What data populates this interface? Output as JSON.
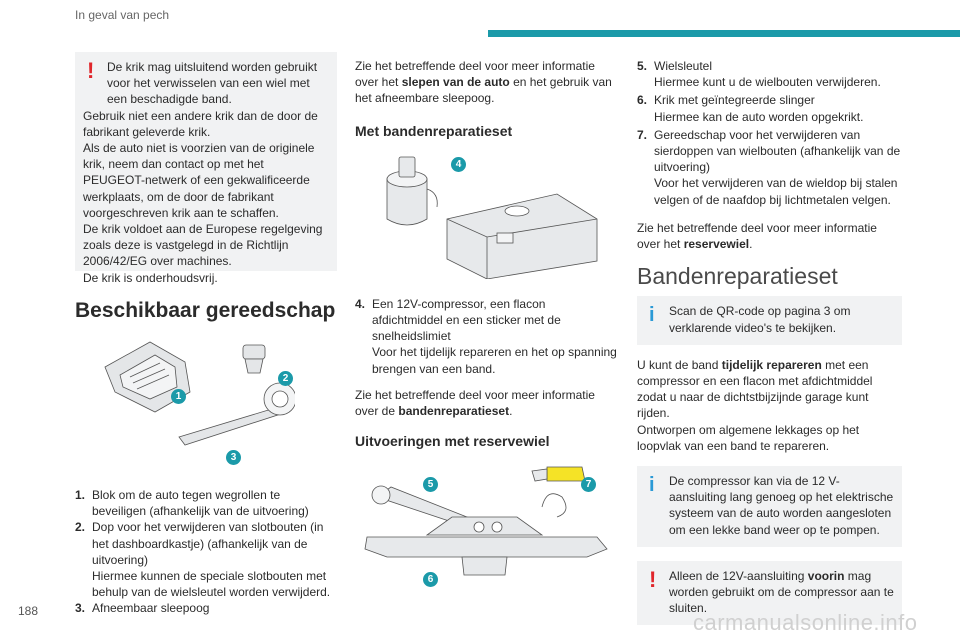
{
  "header": {
    "section_title": "In geval van pech"
  },
  "footer": {
    "page_number": "188",
    "watermark": "carmanualsonline.info"
  },
  "colors": {
    "accent": "#1b9aa9",
    "warning": "#e0262b",
    "info": "#2b9ad6"
  },
  "col1": {
    "warning_box": {
      "line1": "De krik mag uitsluitend worden gebruikt voor het verwisselen van een wiel met een beschadigde band.",
      "line2": "Gebruik niet een andere krik dan de door de fabrikant geleverde krik.",
      "line3": "Als de auto niet is voorzien van de originele krik, neem dan contact op met het PEUGEOT-netwerk of een gekwalificeerde werkplaats, om de door de fabrikant voorgeschreven krik aan te schaffen.",
      "line4": "De krik voldoet aan de Europese regelgeving zoals deze is vastgelegd in de Richtlijn 2006/42/EG over machines.",
      "line5": "De krik is onderhoudsvrij."
    },
    "heading": "Beschikbaar gereedschap",
    "callouts": [
      "1",
      "2",
      "3"
    ],
    "items": [
      {
        "num": "1.",
        "text": "Blok om de auto tegen wegrollen te beveiligen (afhankelijk van de uitvoering)"
      },
      {
        "num": "2.",
        "text": "Dop voor het verwijderen van slotbouten (in het dashboardkastje) (afhankelijk van de uitvoering)",
        "extra": "Hiermee kunnen de speciale slotbouten met behulp van de wielsleutel worden verwijderd."
      },
      {
        "num": "3.",
        "text": "Afneembaar sleepoog"
      }
    ]
  },
  "col2": {
    "intro_pre": "Zie het betreffende deel voor meer informatie over het ",
    "intro_bold": "slepen van de auto",
    "intro_post": " en het gebruik van het afneembare sleepoog.",
    "heading_kit": "Met bandenreparatieset",
    "callout_kit": "4",
    "item4": {
      "num": "4.",
      "text": "Een 12V-compressor, een flacon afdichtmiddel en een sticker met de snelheidslimiet",
      "extra": "Voor het tijdelijk repareren en het op spanning brengen van een band."
    },
    "ref_pre": "Zie het betreffende deel voor meer informatie over de ",
    "ref_bold": "bandenreparatieset",
    "ref_post": ".",
    "heading_spare": "Uitvoeringen met reservewiel",
    "callouts_spare": [
      "5",
      "7",
      "6"
    ]
  },
  "col3": {
    "items": [
      {
        "num": "5.",
        "text": "Wielsleutel",
        "extra": "Hiermee kunt u de wielbouten verwijderen."
      },
      {
        "num": "6.",
        "text": "Krik met geïntegreerde slinger",
        "extra": "Hiermee kan de auto worden opgekrikt."
      },
      {
        "num": "7.",
        "text": "Gereedschap voor het verwijderen van sierdoppen van wielbouten (afhankelijk van de uitvoering)",
        "extra": "Voor het verwijderen van de wieldop bij stalen velgen of de naafdop bij lichtmetalen velgen."
      }
    ],
    "ref_pre": "Zie het betreffende deel voor meer informatie over het ",
    "ref_bold": "reservewiel",
    "ref_post": ".",
    "heading": "Bandenreparatieset",
    "info_box1": "Scan de QR-code op pagina 3 om verklarende video's te bekijken.",
    "para_pre": "U kunt de band ",
    "para_bold": "tijdelijk repareren",
    "para_post": " met een compressor en een flacon met afdichtmiddel zodat u naar de dichtstbijzijnde garage kunt rijden.",
    "para2": "Ontworpen om algemene lekkages op het loopvlak van een band te repareren.",
    "info_box2": "De compressor kan via de 12 V-aansluiting lang genoeg op het elektrische systeem van de auto worden aangesloten om een lekke band weer op te pompen.",
    "warn_box_pre": "Alleen de 12V-aansluiting ",
    "warn_box_bold": "voorin",
    "warn_box_post": " mag worden gebruikt om de compressor aan te sluiten."
  }
}
